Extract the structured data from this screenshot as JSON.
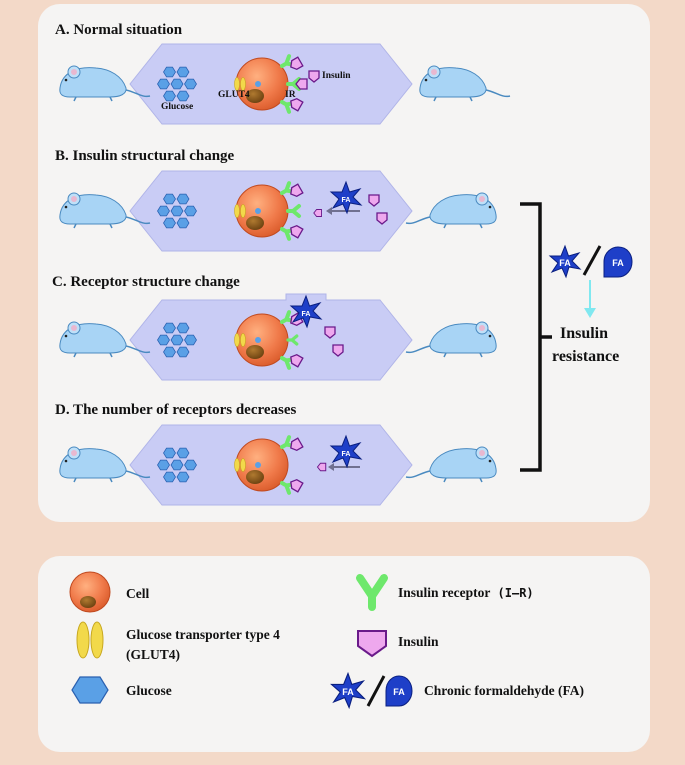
{
  "sections": [
    {
      "id": "A",
      "title": "A. Normal situation",
      "labels": {
        "glucose": "Glucose",
        "glut4": "GLUT4",
        "ir": "IR",
        "insulin": "Insulin"
      }
    },
    {
      "id": "B",
      "title": "B. Insulin structural change"
    },
    {
      "id": "C",
      "title": "C. Receptor structure change"
    },
    {
      "id": "D",
      "title": "D. The number of receptors decreases"
    }
  ],
  "outcome": {
    "line1": "Insulin",
    "line2": "resistance"
  },
  "fa_badge": "FA",
  "legend": {
    "cell": "Cell",
    "receptor": "Insulin receptor",
    "receptor_abbr": "(I–R)",
    "glut4_line1": "Glucose transporter type 4",
    "glut4_line2": "(GLUT4)",
    "insulin": "Insulin",
    "glucose": "Glucose",
    "fa": "Chronic formaldehyde (FA)"
  },
  "colors": {
    "page_bg": "#f3d9c8",
    "panel_bg": "#f5f4f3",
    "band": "#c9ccf5",
    "cell": "#f07a4a",
    "nucleus": "#8a5a1c",
    "glucose": "#5aa0e6",
    "glut4": "#f0d848",
    "receptor": "#7ae878",
    "insulin": "#e8a0e8",
    "fa": "#1e3fc8",
    "mouse": "#a8d4f5",
    "arrow_cyan": "#80e8f0"
  }
}
